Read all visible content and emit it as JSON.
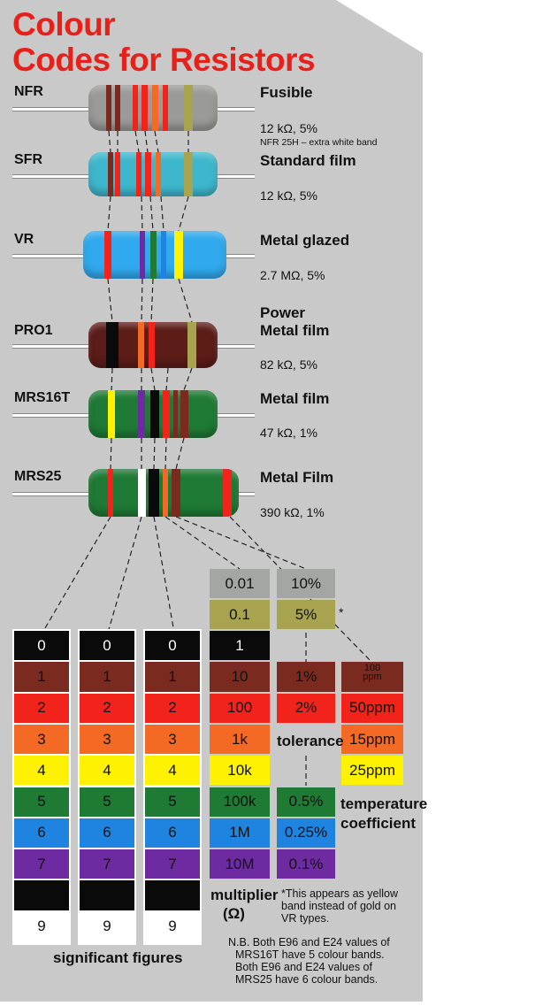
{
  "title": {
    "line1": "Colour",
    "line2": "Codes for Resistors"
  },
  "resistors": [
    {
      "name": "NFR",
      "type": "Fusible",
      "value": "12 kΩ, 5%",
      "note": "NFR 25H – extra white band"
    },
    {
      "name": "SFR",
      "type": "Standard film",
      "value": "12 kΩ, 5%"
    },
    {
      "name": "VR",
      "type": "Metal glazed",
      "value": "2.7 MΩ, 5%"
    },
    {
      "name": "PRO1",
      "type_line1": "Power",
      "type_line2": "Metal film",
      "value": "82 kΩ, 5%"
    },
    {
      "name": "MRS16T",
      "type": "Metal film",
      "value": "47 kΩ, 1%"
    },
    {
      "name": "MRS25",
      "type": "Metal Film",
      "value": "390 kΩ, 1%"
    }
  ],
  "colors": {
    "black": "#0a0a0a",
    "brown": "#7a2a1e",
    "red": "#f2231b",
    "orange": "#f46a24",
    "yellow": "#fff200",
    "green": "#1f7a34",
    "blue": "#1f83e0",
    "violet": "#6e2aa0",
    "grey": "#a3a6a3",
    "white": "#ffffff",
    "gold": "#a8a34e",
    "title_red": "#e8201a",
    "panel_grey": "#c9c9c9"
  },
  "digits": [
    "0",
    "1",
    "2",
    "3",
    "4",
    "5",
    "6",
    "7",
    "",
    "9"
  ],
  "multiplier": {
    "values": [
      "0.01",
      "0.1",
      "1",
      "10",
      "100",
      "1k",
      "10k",
      "100k",
      "1M",
      "10M"
    ],
    "label": "multiplier",
    "unit": "(Ω)"
  },
  "tolerance": {
    "values": [
      "10%",
      "5%",
      "1%",
      "2%",
      "0.5%",
      "0.25%",
      "0.1%"
    ],
    "label": "tolerance",
    "asterisk": "*"
  },
  "tempco": {
    "values": [
      "100 ppm",
      "50ppm",
      "15ppm",
      "25ppm"
    ],
    "label_line1": "temperature",
    "label_line2": "coefficient"
  },
  "labels": {
    "significant": "significant figures"
  },
  "notes": {
    "asterisk_note": [
      "*This appears as yellow",
      "band instead of gold on",
      "VR types."
    ],
    "nb_note": [
      "N.B. Both E96 and E24 values of",
      "MRS16T have 5 colour bands.",
      "Both E96 and E24 values of",
      "MRS25 have 6 colour bands."
    ]
  }
}
